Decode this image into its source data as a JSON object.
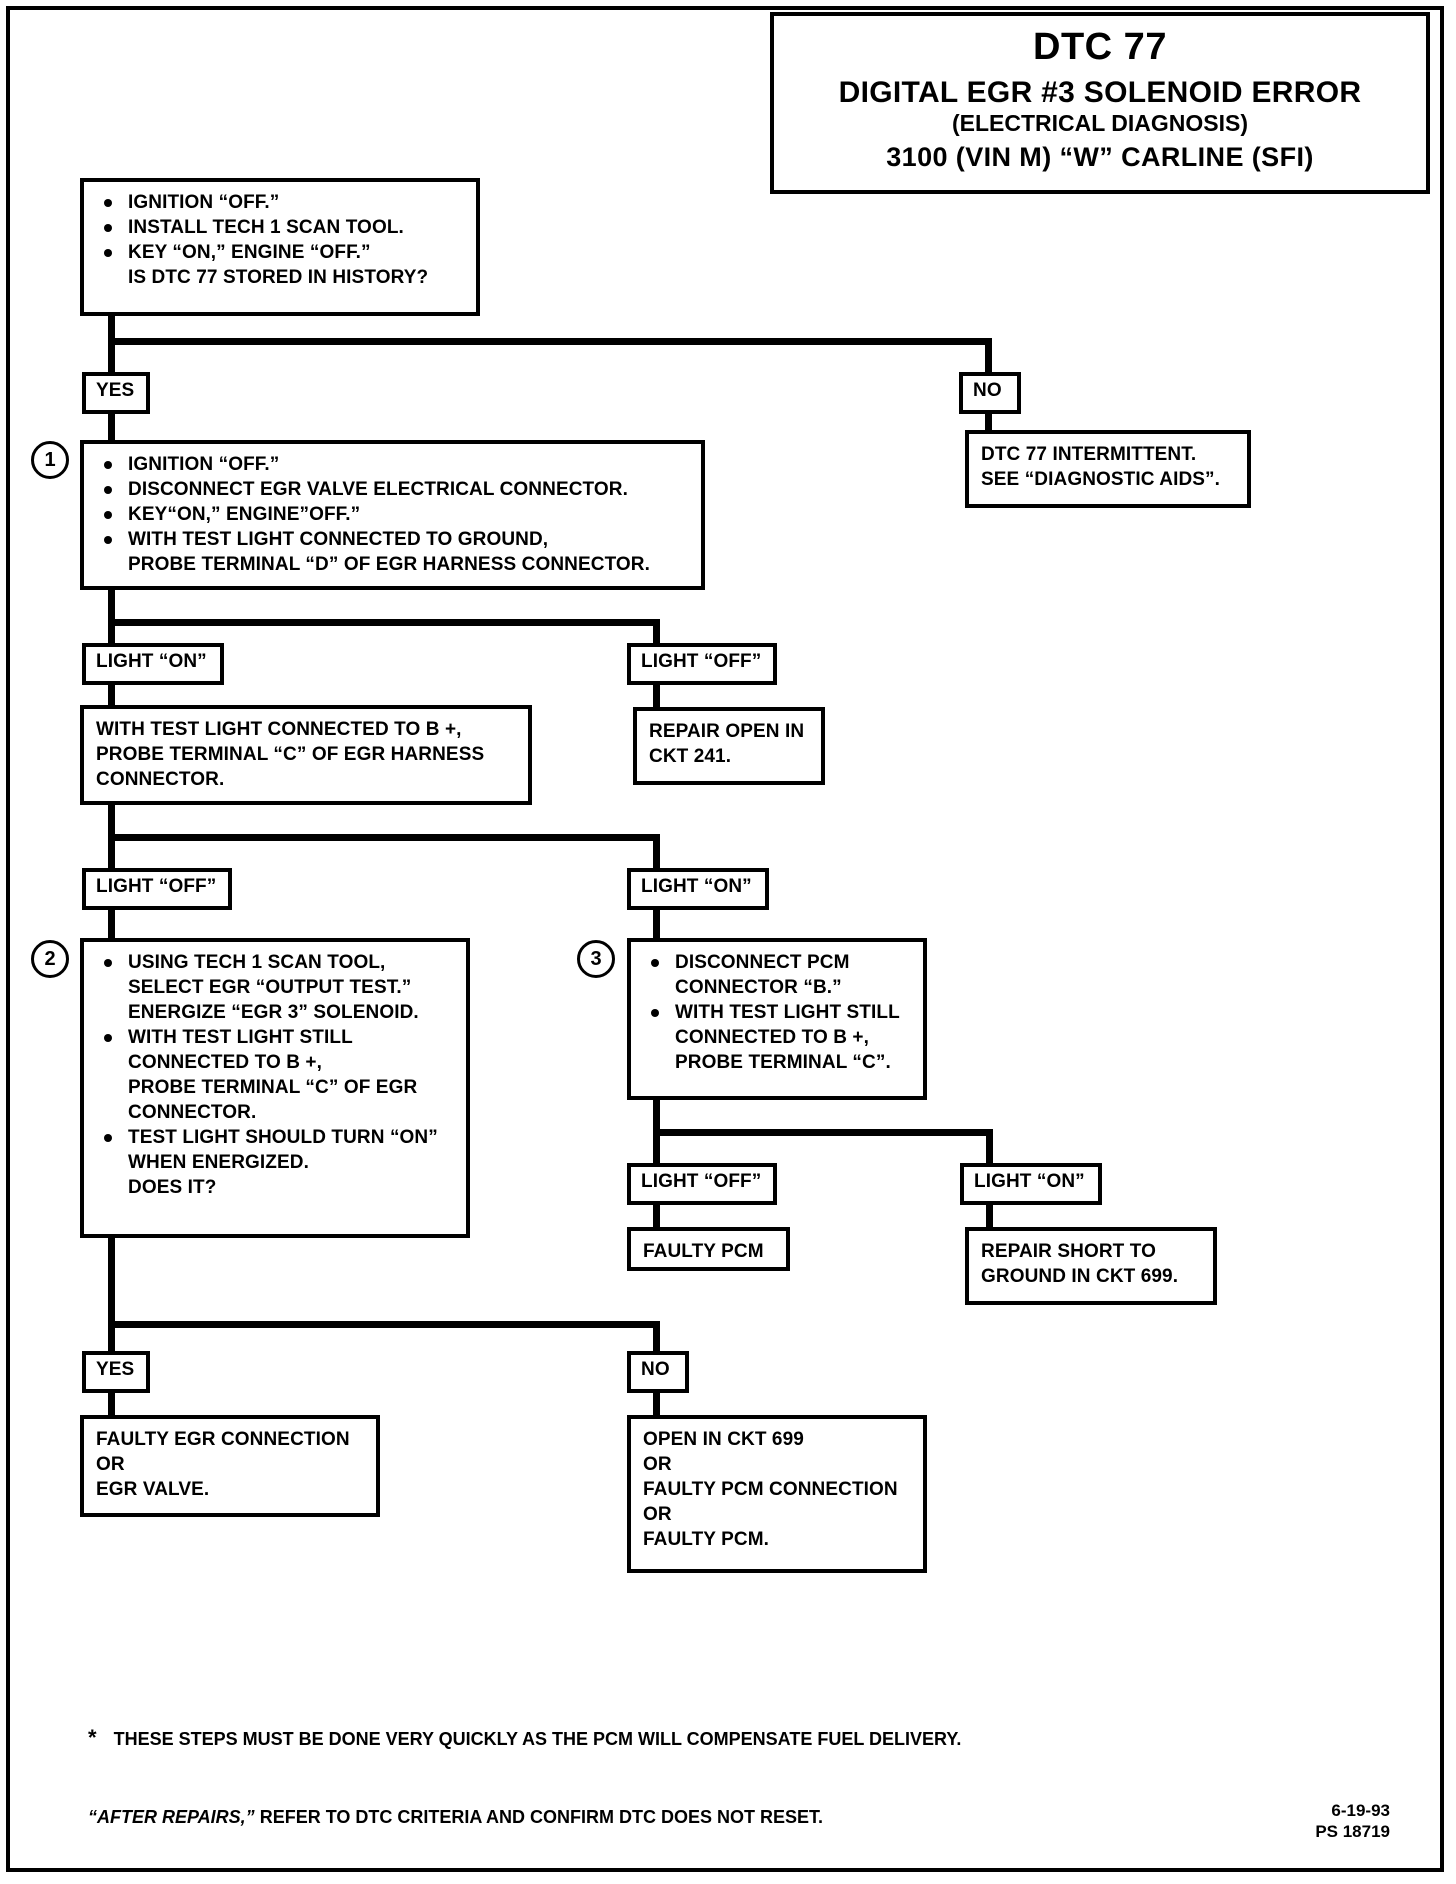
{
  "title_block": {
    "line1": "DTC 77",
    "line2": "DIGITAL EGR #3 SOLENOID ERROR",
    "line3": "(ELECTRICAL DIAGNOSIS)",
    "line4": "3100  (VIN M)  “W”  CARLINE  (SFI)"
  },
  "step_start": {
    "b1": "IGNITION “OFF.”",
    "b2": "INSTALL TECH 1 SCAN TOOL.",
    "b3": "KEY “ON,” ENGINE “OFF.”",
    "b3b": "IS DTC 77 STORED IN HISTORY?"
  },
  "labels": {
    "yes_top": "YES",
    "no_top": "NO",
    "light_on_1": "LIGHT “ON”",
    "light_off_1": "LIGHT “OFF”",
    "light_off_2": "LIGHT “OFF”",
    "light_on_2": "LIGHT “ON”",
    "light_off_3": "LIGHT “OFF”",
    "light_on_3": "LIGHT “ON”",
    "yes_bottom": "YES",
    "no_bottom": "NO"
  },
  "intermittent_box": {
    "l1": "DTC 77 INTERMITTENT.",
    "l2": "SEE “DIAGNOSTIC AIDS”."
  },
  "step1": {
    "number": "1",
    "b1": "IGNITION “OFF.”",
    "b2": "DISCONNECT EGR VALVE ELECTRICAL CONNECTOR.",
    "b3": "KEY“ON,” ENGINE”OFF.”",
    "b4": "WITH TEST LIGHT CONNECTED TO GROUND,",
    "b4b": "PROBE TERMINAL “D” OF EGR HARNESS CONNECTOR."
  },
  "repair_open_ckt241": {
    "l1": "REPAIR OPEN IN",
    "l2": "CKT 241."
  },
  "probe_c_box": {
    "l1": "WITH TEST LIGHT CONNECTED TO B +,",
    "l2": "PROBE TERMINAL “C” OF EGR HARNESS",
    "l3": "CONNECTOR."
  },
  "step2": {
    "number": "2",
    "b1": "USING TECH 1 SCAN TOOL,",
    "b1b": "SELECT EGR “OUTPUT TEST.”",
    "b1c": "ENERGIZE “EGR 3” SOLENOID.",
    "b2": "WITH TEST LIGHT STILL",
    "b2b": "CONNECTED TO B +,",
    "b2c": "PROBE TERMINAL “C” OF EGR",
    "b2d": "CONNECTOR.",
    "b3": "TEST LIGHT SHOULD TURN “ON”",
    "b3b": "WHEN ENERGIZED.",
    "b3c": "DOES IT?"
  },
  "step3": {
    "number": "3",
    "b1": "DISCONNECT PCM",
    "b1b": "CONNECTOR “B.”",
    "b2": "WITH TEST LIGHT STILL",
    "b2b": "CONNECTED TO B +,",
    "b2c": "PROBE TERMINAL “C”."
  },
  "faulty_pcm_box": {
    "l1": "FAULTY PCM"
  },
  "repair_short_box": {
    "l1": "REPAIR SHORT TO",
    "l2": "GROUND IN CKT 699."
  },
  "faulty_egr_box": {
    "l1": "FAULTY EGR CONNECTION",
    "l2": "OR",
    "l3": "EGR  VALVE."
  },
  "open_ckt699_box": {
    "l1": "OPEN IN CKT 699",
    "l2": "OR",
    "l3": "FAULTY PCM CONNECTION",
    "l4": "OR",
    "l5": "FAULTY PCM."
  },
  "footnotes": {
    "star": "*",
    "note1": "THESE STEPS MUST BE DONE VERY QUICKLY AS THE PCM WILL COMPENSATE FUEL DELIVERY.",
    "note2_italic": "“AFTER REPAIRS,”",
    "note2_rest": " REFER TO DTC CRITERIA AND CONFIRM DTC DOES NOT RESET."
  },
  "doc_id": {
    "date": "6-19-93",
    "code": "PS 18719"
  },
  "colors": {
    "ink": "#000000",
    "paper": "#ffffff"
  }
}
